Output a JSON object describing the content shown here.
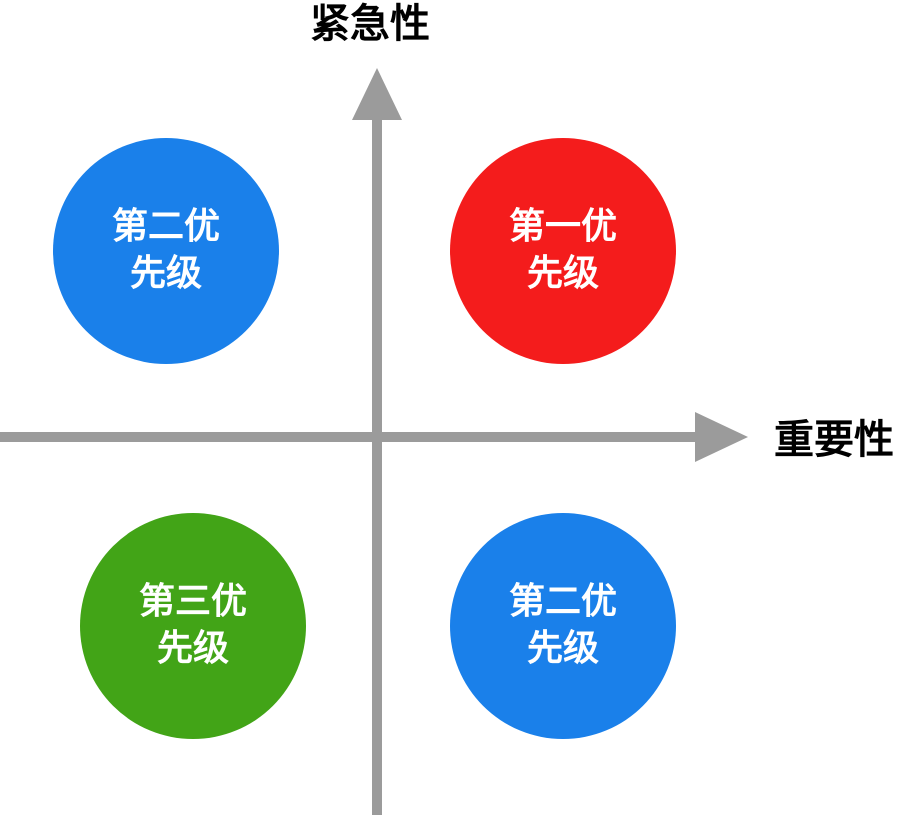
{
  "axes": {
    "y_title": "紧急性",
    "x_title": "重要性",
    "color": "#9b9b9b"
  },
  "quadrants": {
    "top_left": {
      "line1": "第二优",
      "line2": "先级",
      "color": "#1a80ea"
    },
    "top_right": {
      "line1": "第一优",
      "line2": "先级",
      "color": "#f41c1c"
    },
    "bottom_left": {
      "line1": "第三优",
      "line2": "先级",
      "color": "#42a417"
    },
    "bottom_right": {
      "line1": "第二优",
      "line2": "先级",
      "color": "#1a80ea"
    }
  }
}
